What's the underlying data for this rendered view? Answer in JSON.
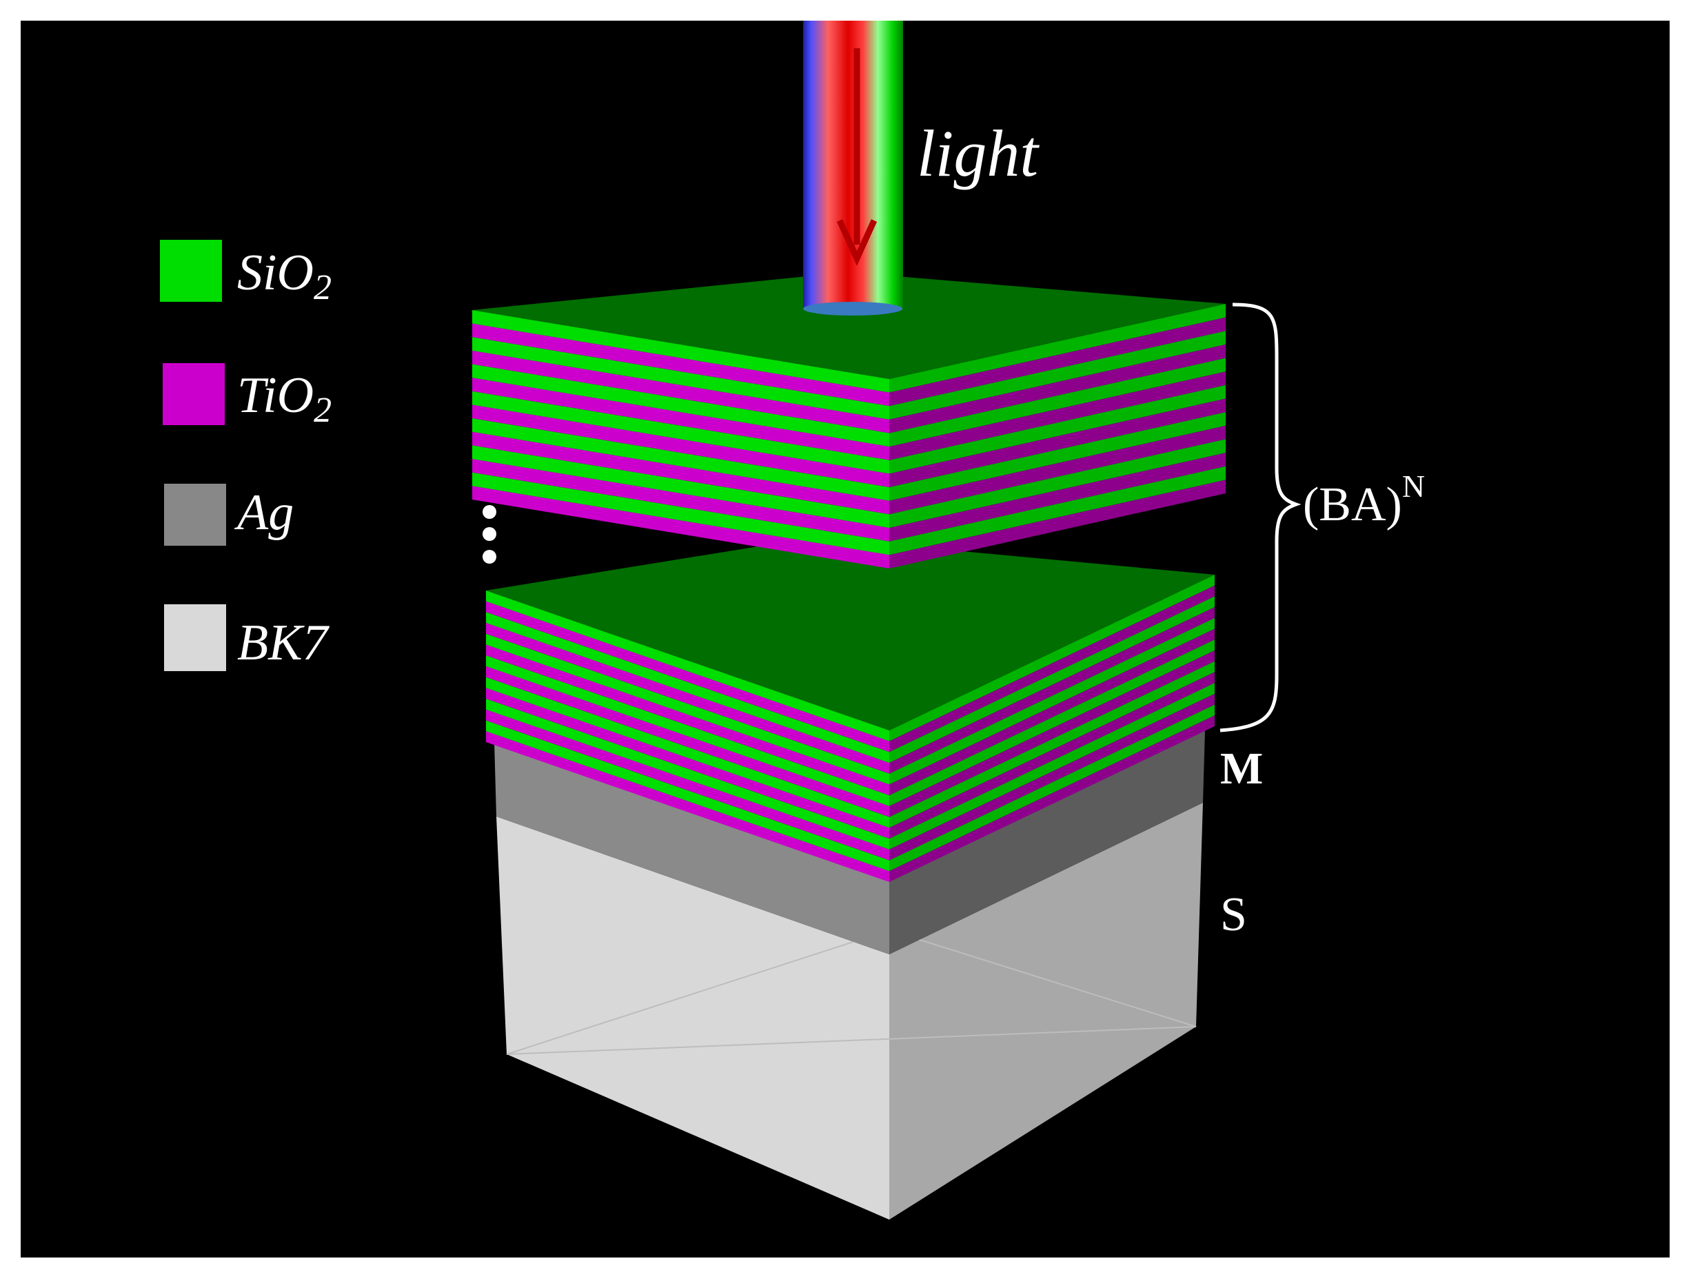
{
  "diagram": {
    "light_label": "light",
    "legend": [
      {
        "name": "SiO",
        "sub": "2",
        "color": "#00dd00"
      },
      {
        "name": "TiO",
        "sub": "2",
        "color": "#cc00cc"
      },
      {
        "name": "Ag",
        "sub": "",
        "color": "#888888"
      },
      {
        "name": "BK7",
        "sub": "",
        "color": "#d9d9d9"
      }
    ],
    "bracket_label": "(BA)",
    "bracket_superscript": "N",
    "metal_label": "M",
    "substrate_label": "S",
    "colors": {
      "background": "#000000",
      "frame": "#ffffff",
      "sio2_top": "#006e00",
      "sio2_left": "#00dd00",
      "sio2_right": "#00b400",
      "tio2_left": "#cc00cc",
      "tio2_right": "#8c008c",
      "ag_left": "#8a8a8a",
      "ag_right": "#5c5c5c",
      "bk7_left": "#d8d8d8",
      "bk7_right": "#a8a8a8",
      "arrow": "#b40000"
    },
    "stack_top_block": {
      "pairs": 7
    },
    "stack_bottom_block": {
      "pairs": 7
    }
  }
}
